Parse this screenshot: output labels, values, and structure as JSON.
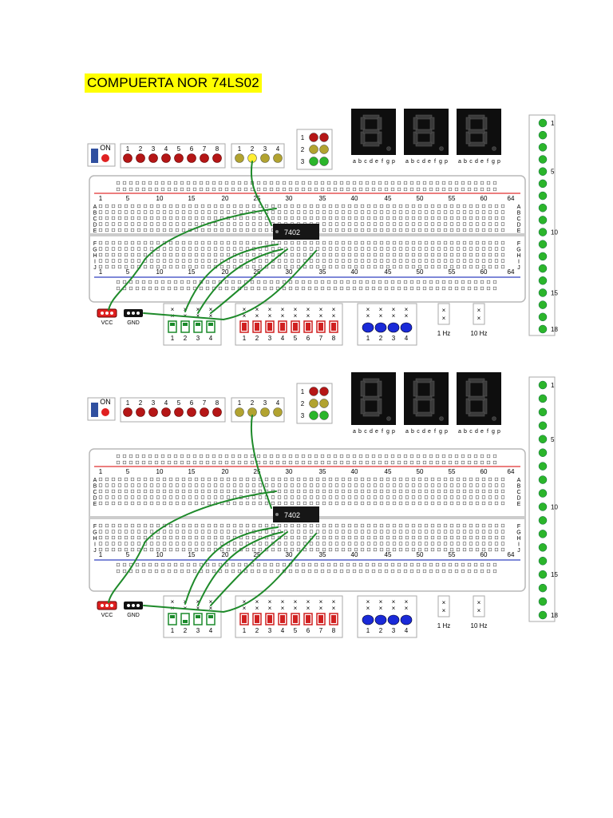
{
  "title": "COMPUERTA NOR 74LS02",
  "colors": {
    "breadboard_bg": "#ffffff",
    "breadboard_border": "#b8b8b8",
    "red_rail": "#e03030",
    "blue_rail": "#3040c0",
    "wire": "#1e8a2a",
    "led_red": "#b51616",
    "led_yellow": "#b2a330",
    "led_yellow_on": "#ffee33",
    "led_green": "#2bb52b",
    "chip": "#161616",
    "seg_bg": "#0e0e0e",
    "seg_off": "#3a3a3a",
    "switch_green": "#1a8a2a",
    "switch_red": "#d02020",
    "pushbutton_blue": "#1a2ad8"
  },
  "boards": [
    {
      "id": "board-1",
      "power_label": "ON",
      "red_led_labels": [
        "1",
        "2",
        "3",
        "4",
        "5",
        "6",
        "7",
        "8"
      ],
      "yellow_led_labels": [
        "1",
        "2",
        "3",
        "4"
      ],
      "yellow_led_state": [
        false,
        true,
        false,
        false
      ],
      "traffic_labels": [
        "1",
        "2",
        "3"
      ],
      "segment_labels": [
        "a",
        "b",
        "c",
        "d",
        "e",
        "f",
        "g",
        "p"
      ],
      "column_numbers": [
        "1",
        "5",
        "10",
        "15",
        "20",
        "25",
        "30",
        "35",
        "40",
        "45",
        "50",
        "55",
        "60",
        "64"
      ],
      "row_letters_top": [
        "A",
        "B",
        "C",
        "D",
        "E"
      ],
      "row_letters_bottom": [
        "F",
        "G",
        "H",
        "I",
        "J"
      ],
      "chip_label": "7402",
      "vcc_label": "VCC",
      "gnd_label": "GND",
      "green_switch_labels": [
        "1",
        "2",
        "3",
        "4"
      ],
      "green_switch_state": [
        true,
        true,
        true,
        true
      ],
      "red_switch_labels": [
        "1",
        "2",
        "3",
        "4",
        "5",
        "6",
        "7",
        "8"
      ],
      "pushbutton_labels": [
        "1",
        "2",
        "3",
        "4"
      ],
      "clock_labels": [
        "1 Hz",
        "10 Hz"
      ],
      "right_led_labels": [
        "1",
        "5",
        "10",
        "15",
        "18"
      ]
    },
    {
      "id": "board-2",
      "power_label": "ON",
      "red_led_labels": [
        "1",
        "2",
        "3",
        "4",
        "5",
        "6",
        "7",
        "8"
      ],
      "yellow_led_labels": [
        "1",
        "2",
        "3",
        "4"
      ],
      "yellow_led_state": [
        false,
        false,
        false,
        false
      ],
      "traffic_labels": [
        "1",
        "2",
        "3"
      ],
      "segment_labels": [
        "a",
        "b",
        "c",
        "d",
        "e",
        "f",
        "g",
        "p"
      ],
      "column_numbers": [
        "1",
        "5",
        "10",
        "15",
        "20",
        "25",
        "30",
        "35",
        "40",
        "45",
        "50",
        "55",
        "60",
        "64"
      ],
      "row_letters_top": [
        "A",
        "B",
        "C",
        "D",
        "E"
      ],
      "row_letters_bottom": [
        "F",
        "G",
        "H",
        "I",
        "J"
      ],
      "chip_label": "7402",
      "vcc_label": "VCC",
      "gnd_label": "GND",
      "green_switch_labels": [
        "1",
        "2",
        "3",
        "4"
      ],
      "green_switch_state": [
        true,
        false,
        true,
        true
      ],
      "red_switch_labels": [
        "1",
        "2",
        "3",
        "4",
        "5",
        "6",
        "7",
        "8"
      ],
      "pushbutton_labels": [
        "1",
        "2",
        "3",
        "4"
      ],
      "clock_labels": [
        "1 Hz",
        "10 Hz"
      ],
      "right_led_labels": [
        "1",
        "5",
        "10",
        "15",
        "18"
      ]
    }
  ]
}
